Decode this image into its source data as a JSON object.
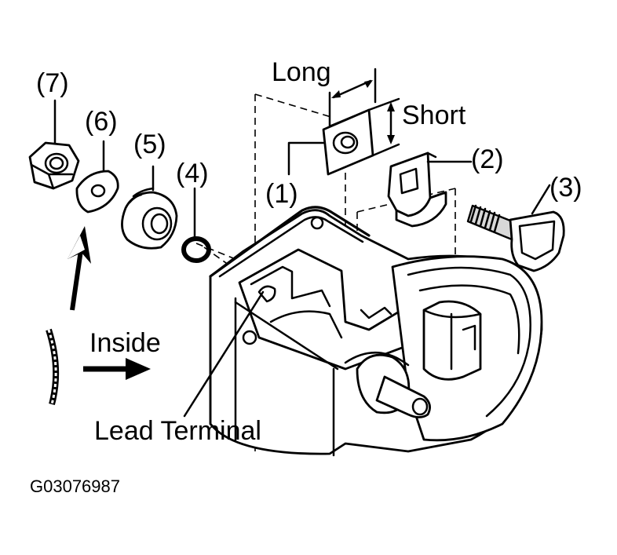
{
  "labels": {
    "long": "Long",
    "short": "Short",
    "part1": "(1)",
    "part2": "(2)",
    "part3": "(3)",
    "part4": "(4)",
    "part5": "(5)",
    "part6": "(6)",
    "part7": "(7)",
    "inside": "Inside",
    "lead_terminal": "Lead Terminal",
    "figure_code": "G03076987"
  }
}
